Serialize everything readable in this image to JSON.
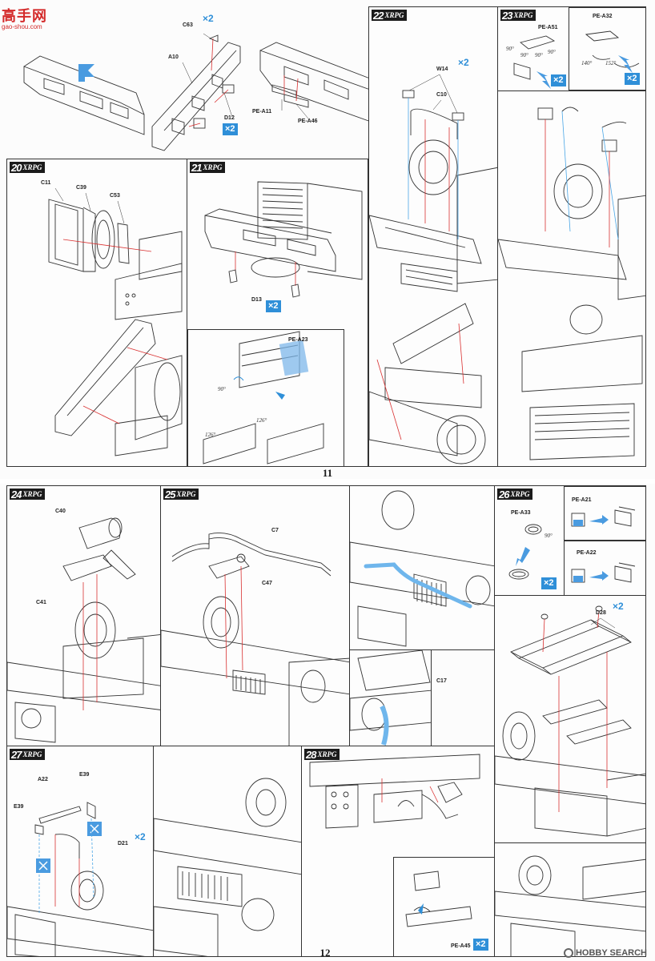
{
  "watermarks": {
    "site_cn": "高手网",
    "site_url": "gao-shou.com",
    "hobby_search": "HOBBY SEARCH"
  },
  "page11": {
    "page_number": "11",
    "step19": {
      "labels": {
        "c63": "C63",
        "a10": "A10",
        "d12": "D12",
        "pe_a11": "PE-A11",
        "pe_a46": "PE-A46"
      },
      "x2_c63": "×2",
      "x2_d12": "×2"
    },
    "step20": {
      "number": "20",
      "brand": "XRPG",
      "labels": {
        "c11": "C11",
        "c39": "C39",
        "c53": "C53"
      }
    },
    "step21": {
      "number": "21",
      "brand": "XRPG",
      "labels": {
        "d13": "D13",
        "pe_a23": "PE-A23"
      },
      "x2_d13": "×2",
      "angles": [
        "90°",
        "126°",
        "126°"
      ]
    },
    "step22": {
      "number": "22",
      "brand": "XRPG",
      "labels": {
        "w14": "W14",
        "c10": "C10"
      },
      "x2_w14": "×2"
    },
    "step23": {
      "number": "23",
      "brand": "XRPG",
      "labels": {
        "pe_a51": "PE-A51",
        "pe_a32": "PE-A32"
      },
      "angles_a51": [
        "90°",
        "90°",
        "90°",
        "90°"
      ],
      "angles_a32": [
        "140°",
        "152°"
      ],
      "x2_a51": "×2",
      "x2_a32": "×2"
    }
  },
  "page12": {
    "page_number": "12",
    "step24": {
      "number": "24",
      "brand": "XRPG",
      "labels": {
        "c40": "C40",
        "c41": "C41"
      }
    },
    "step25": {
      "number": "25",
      "brand": "XRPG",
      "labels": {
        "c7": "C7",
        "c47": "C47",
        "c17": "C17"
      }
    },
    "step26": {
      "number": "26",
      "brand": "XRPG",
      "labels": {
        "pe_a33": "PE-A33",
        "pe_a21": "PE-A21",
        "pe_a22": "PE-A22",
        "d28": "D28"
      },
      "angle": "90°",
      "x2_a33": "×2",
      "x2_d28": "×2"
    },
    "step27": {
      "number": "27",
      "brand": "XRPG",
      "labels": {
        "a22": "A22",
        "e39_top": "E39",
        "e39_left": "E39",
        "d21": "D21"
      },
      "x2_d21": "×2"
    },
    "step28": {
      "number": "28",
      "brand": "XRPG",
      "labels": {
        "pe_a45": "PE-A45"
      },
      "x2_a45": "×2"
    }
  }
}
